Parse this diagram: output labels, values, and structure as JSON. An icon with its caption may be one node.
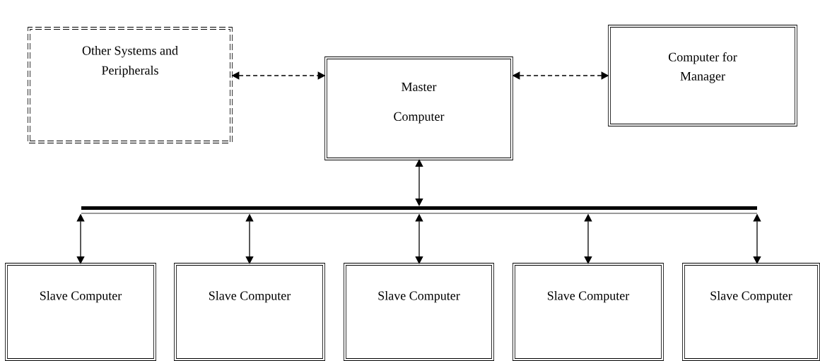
{
  "diagram": {
    "nodes": [
      {
        "text": [
          "Other Systems and Peripherals"
        ]
      },
      {
        "text": [
          "Master Computer"
        ]
      },
      {
        "text": [
          "Computer for Manager"
        ]
      },
      {
        "text": [],
        "shape": "bar"
      },
      {
        "text": [
          "Slave Computer"
        ]
      },
      {
        "text": [
          "Slave Computer"
        ]
      },
      {
        "text": [
          "Slave Computer"
        ]
      },
      {
        "text": [
          "Slave Computer"
        ]
      },
      {
        "text": [
          "Slave Computer"
        ]
      }
    ],
    "edges": [
      {
        "from": 0,
        "to": 1,
        "arrow": "both",
        "style": "dashed"
      },
      {
        "from": 1,
        "to": 2,
        "arrow": "both",
        "style": "dashed"
      },
      {
        "from": 1,
        "to": 3,
        "arrow": "both"
      },
      {
        "from": 3,
        "to": 4,
        "arrow": "both"
      },
      {
        "from": 3,
        "to": 5,
        "arrow": "both"
      },
      {
        "from": 3,
        "to": 6,
        "arrow": "both"
      },
      {
        "from": 3,
        "to": 7,
        "arrow": "both"
      },
      {
        "from": 3,
        "to": 8,
        "arrow": "both"
      }
    ]
  }
}
